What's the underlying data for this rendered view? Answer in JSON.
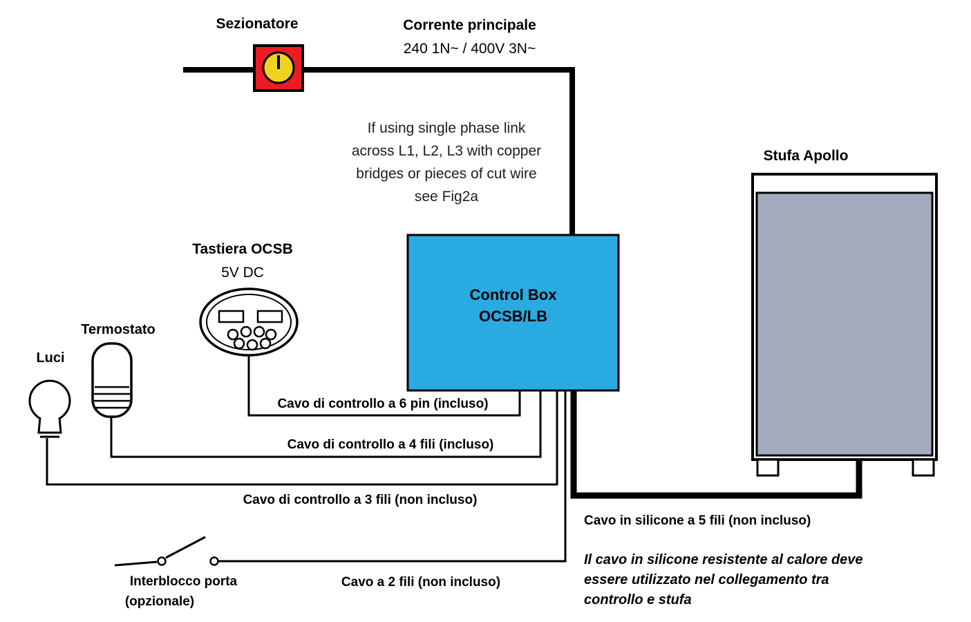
{
  "colors": {
    "control_box_fill": "#29ABE2",
    "disconnector_fill": "#EC1C24",
    "knob_fill": "#F0D21F",
    "heater_fill": "#A2AABD",
    "wire": "#000000"
  },
  "sezionatore": {
    "label": "Sezionatore"
  },
  "mains": {
    "title": "Corrente principale",
    "value": "240 1N~ / 400V 3N~"
  },
  "phase_note": {
    "lines": [
      "If using single phase link",
      "across L1, L2, L3 with copper",
      "bridges or pieces of cut wire",
      "see Fig2a"
    ]
  },
  "tastiera": {
    "label": "Tastiera OCSB",
    "voltage": "5V DC"
  },
  "termostato": {
    "label": "Termostato"
  },
  "luci": {
    "label": "Luci"
  },
  "control_box": {
    "line1": "Control Box",
    "line2": "OCSB/LB"
  },
  "stufa": {
    "label": "Stufa Apollo"
  },
  "cables": {
    "six_pin": "Cavo di controllo a 6 pin (incluso)",
    "four_wire": "Cavo di controllo a 4 fili (incluso)",
    "three_wire": "Cavo di controllo a 3 fili (non incluso)",
    "two_wire": "Cavo a 2 fili (non incluso)",
    "silicone": "Cavo in silicone a 5 fili (non incluso)"
  },
  "interblocco": {
    "line1": "Interblocco porta",
    "line2": "(opzionale)"
  },
  "silicone_note": {
    "lines": [
      "Il cavo in silicone resistente al calore deve",
      "essere utilizzato nel collegamento tra",
      "controllo e stufa"
    ]
  }
}
